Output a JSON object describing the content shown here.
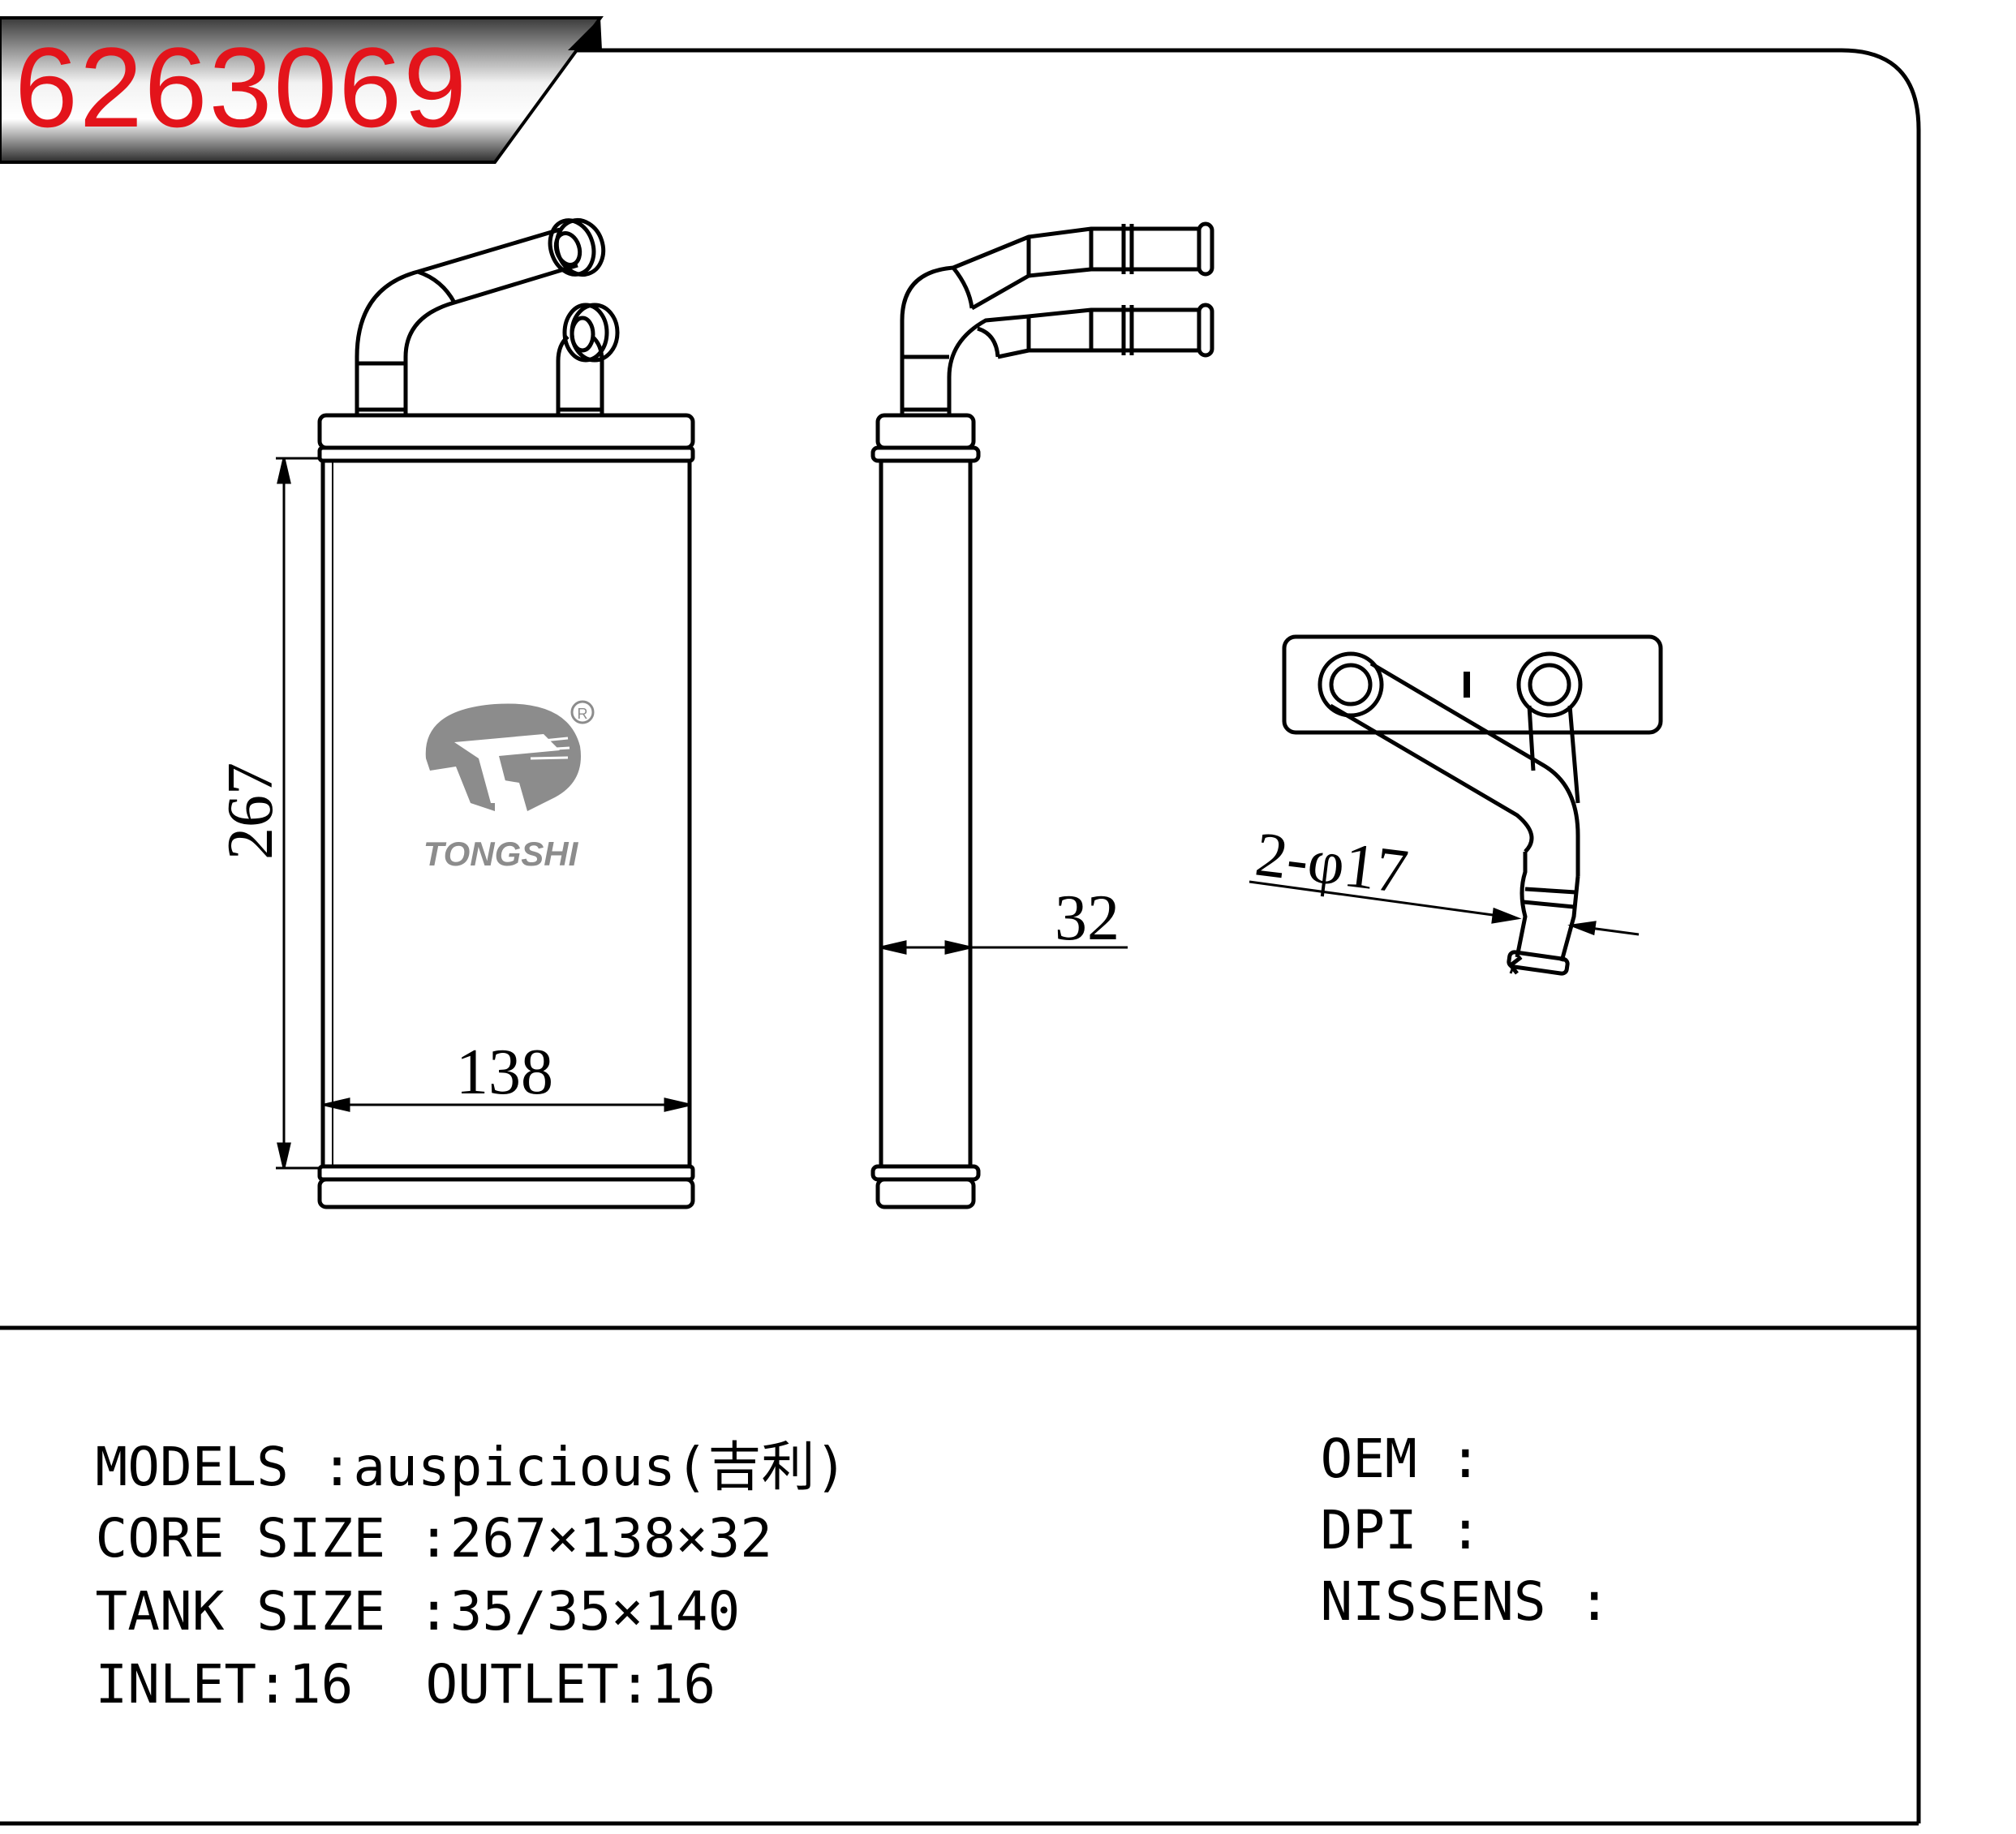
{
  "part_number": "6263069",
  "brand": {
    "name": "TONGSHI",
    "registered_mark": "R",
    "logo_icon": "tongshi-logo-icon"
  },
  "dimensions": {
    "height": "267",
    "width": "138",
    "thickness": "32",
    "pipe_callout": "2-φ17"
  },
  "specs": {
    "models_label": "MODELS",
    "models_value": ":auspicious(吉利)",
    "core_label": "CORE SIZE",
    "core_value": ":267×138×32",
    "tank_label": "TANK SIZE",
    "tank_value": ":35/35×140",
    "inlet": "INLET:16",
    "outlet": "OUTLET:16",
    "oem_label": "OEM",
    "oem_value": ":",
    "dpi_label": "DPI",
    "dpi_value": ":",
    "nissens_label": "NISSENS",
    "nissens_value": ":"
  },
  "colors": {
    "part_number": "#e3141b",
    "logo_gray": "#8c8c8c",
    "banner_dark": "#2a2a2a"
  }
}
